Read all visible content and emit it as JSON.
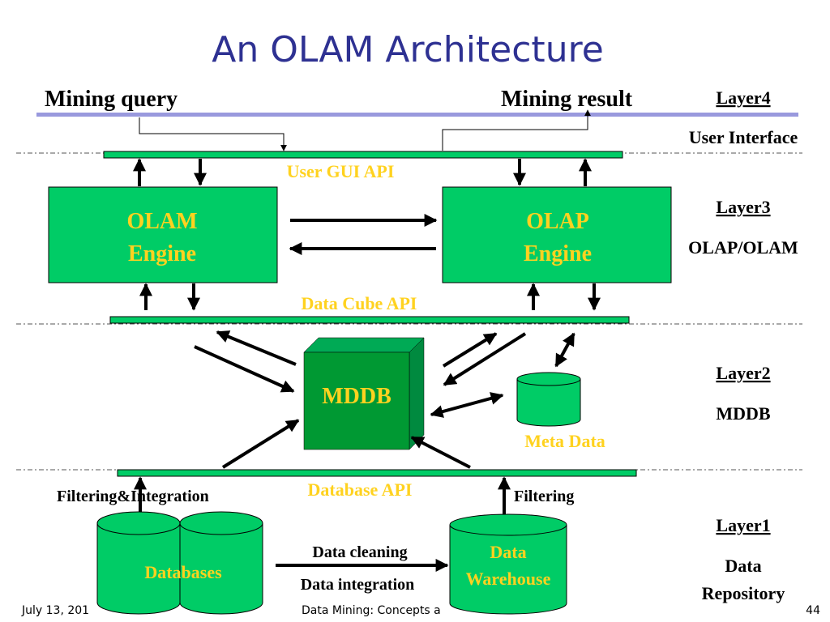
{
  "title": "An OLAM Architecture",
  "top": {
    "mining_query": "Mining query",
    "mining_result": "Mining result"
  },
  "layers": [
    {
      "label": "Layer4",
      "name": "User Interface"
    },
    {
      "label": "Layer3",
      "name": "OLAP/OLAM"
    },
    {
      "label": "Layer2",
      "name": "MDDB"
    },
    {
      "label": "Layer1",
      "name_line1": "Data",
      "name_line2": "Repository"
    }
  ],
  "apis": {
    "user_gui": "User GUI API",
    "data_cube": "Data Cube API",
    "database": "Database API"
  },
  "engines": {
    "olam": {
      "line1": "OLAM",
      "line2": "Engine"
    },
    "olap": {
      "line1": "OLAP",
      "line2": "Engine"
    }
  },
  "mddb": "MDDB",
  "meta_data": "Meta Data",
  "bottom": {
    "filtering_integration": "Filtering&Integration",
    "filtering": "Filtering",
    "databases": "Databases",
    "warehouse_line1": "Data",
    "warehouse_line2": "Warehouse",
    "data_cleaning": "Data cleaning",
    "data_integration": "Data integration"
  },
  "footer": {
    "date": "July 13, 201",
    "center": "Data Mining: Concepts a",
    "page": "44"
  },
  "colors": {
    "green": "#00cc66",
    "green_dark": "#009933",
    "title_blue": "#2e3192",
    "api_yellow": "#ffd21f",
    "rule_blue": "#9999dd"
  }
}
